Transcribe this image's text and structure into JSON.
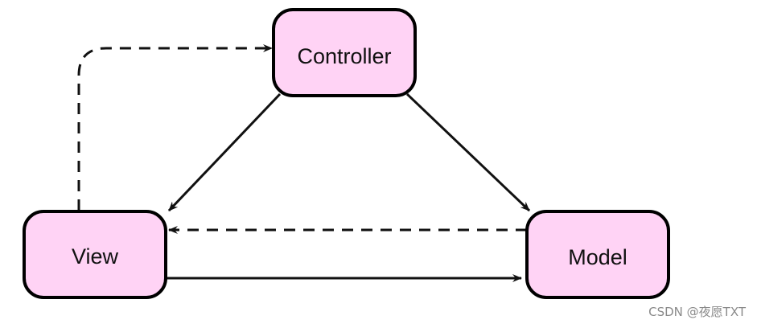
{
  "colors": {
    "node_fill": "#ffd3f5",
    "node_stroke": "#000000",
    "edge": "#111111"
  },
  "nodes": {
    "controller": {
      "label": "Controller"
    },
    "view": {
      "label": "View"
    },
    "model": {
      "label": "Model"
    }
  },
  "edges": [
    {
      "from": "controller",
      "to": "view",
      "style": "solid"
    },
    {
      "from": "controller",
      "to": "model",
      "style": "solid"
    },
    {
      "from": "view",
      "to": "model",
      "style": "solid"
    },
    {
      "from": "model",
      "to": "view",
      "style": "dashed"
    },
    {
      "from": "view",
      "to": "controller",
      "style": "dashed"
    }
  ],
  "watermark": "CSDN @夜愿TXT"
}
